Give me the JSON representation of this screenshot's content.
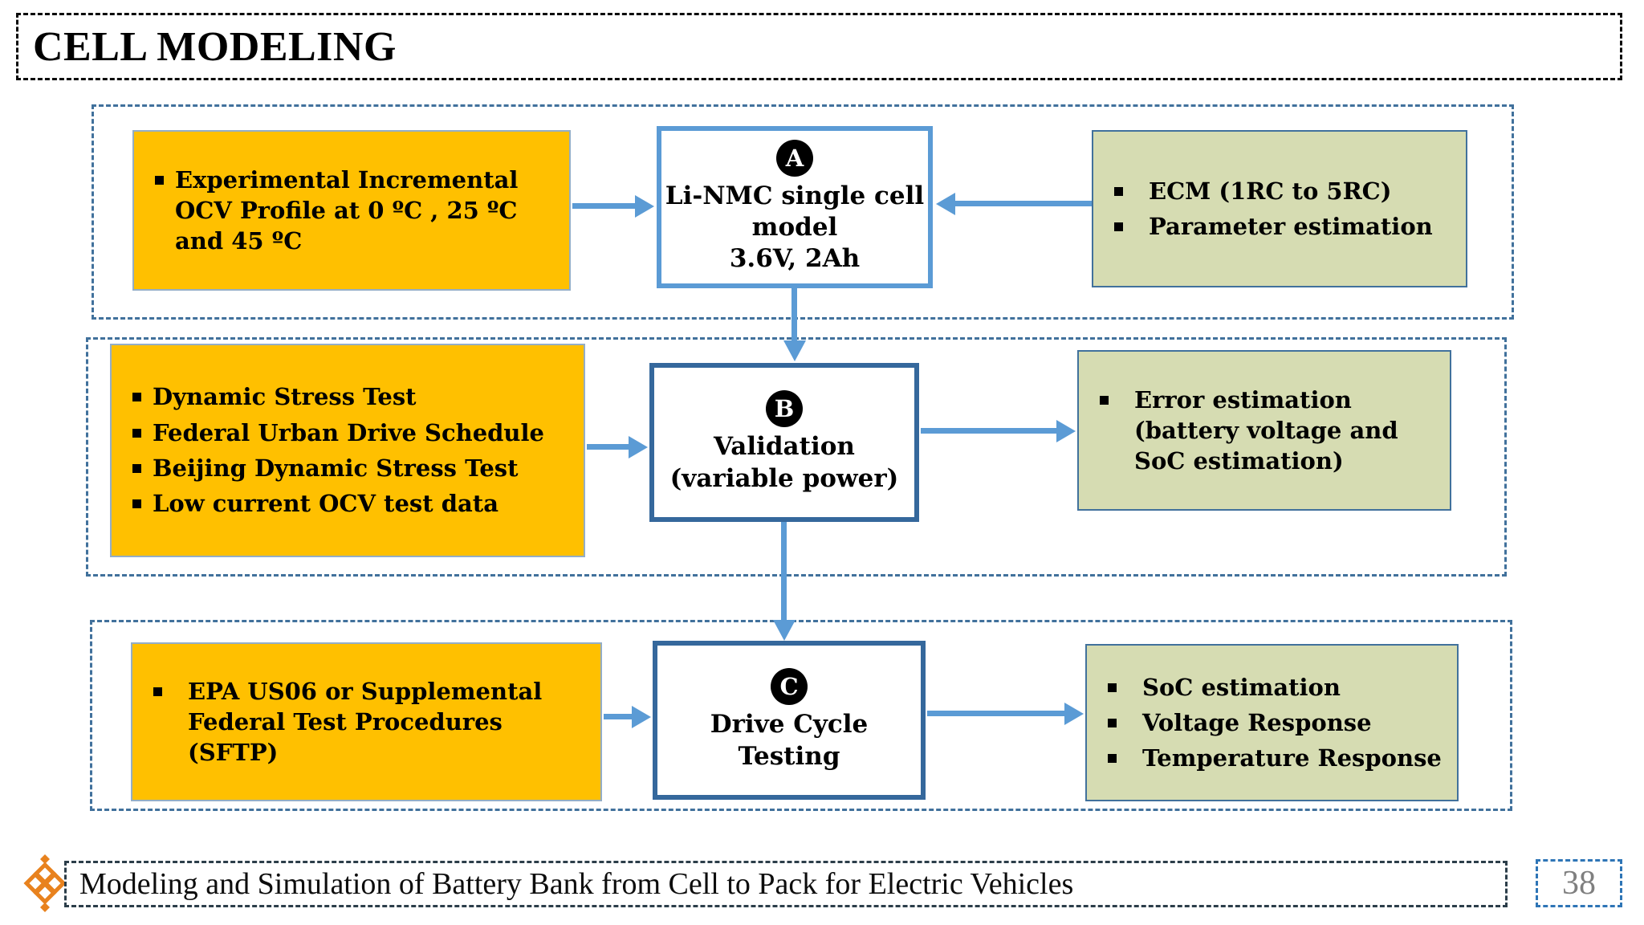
{
  "title": "CELL MODELING",
  "rows": [
    {
      "left": {
        "items": [
          "Experimental Incremental\nOCV Profile at  0 ºC , 25 ºC\nand 45 ºC"
        ]
      },
      "center": {
        "badge": "A",
        "lines": [
          "Li-NMC single cell",
          "model",
          "3.6V,  2Ah"
        ]
      },
      "right": {
        "items": [
          "ECM (1RC to 5RC)",
          "Parameter estimation"
        ]
      }
    },
    {
      "left": {
        "items": [
          "Dynamic Stress Test",
          "Federal Urban  Drive Schedule",
          "Beijing Dynamic Stress Test",
          "Low current OCV test data"
        ]
      },
      "center": {
        "badge": "B",
        "lines": [
          "Validation",
          "(variable power)"
        ]
      },
      "right": {
        "items": [
          "Error estimation\n(battery voltage and\nSoC estimation)"
        ]
      }
    },
    {
      "left": {
        "items": [
          "EPA US06 or Supplemental\nFederal Test Procedures\n(SFTP)"
        ]
      },
      "center": {
        "badge": "C",
        "lines": [
          "Drive Cycle",
          "Testing"
        ]
      },
      "right": {
        "items": [
          "SoC  estimation",
          "Voltage Response",
          "Temperature Response"
        ]
      }
    }
  ],
  "footer": {
    "text": "Modeling and Simulation of Battery Bank from Cell to Pack for Electric Vehicles",
    "page": "38",
    "logo_icon": "interlaced-knot-logo"
  },
  "colors": {
    "input_box": "#FFC000",
    "output_box": "#D6DCB2",
    "arrow_blue": "#5B9BD5",
    "center_border_light": "#5B9BD5",
    "center_border_dark": "#35689C",
    "container_dash": "#41719C",
    "page_number_text": "#7f7f7f",
    "logo_orange": "#E8821E"
  }
}
